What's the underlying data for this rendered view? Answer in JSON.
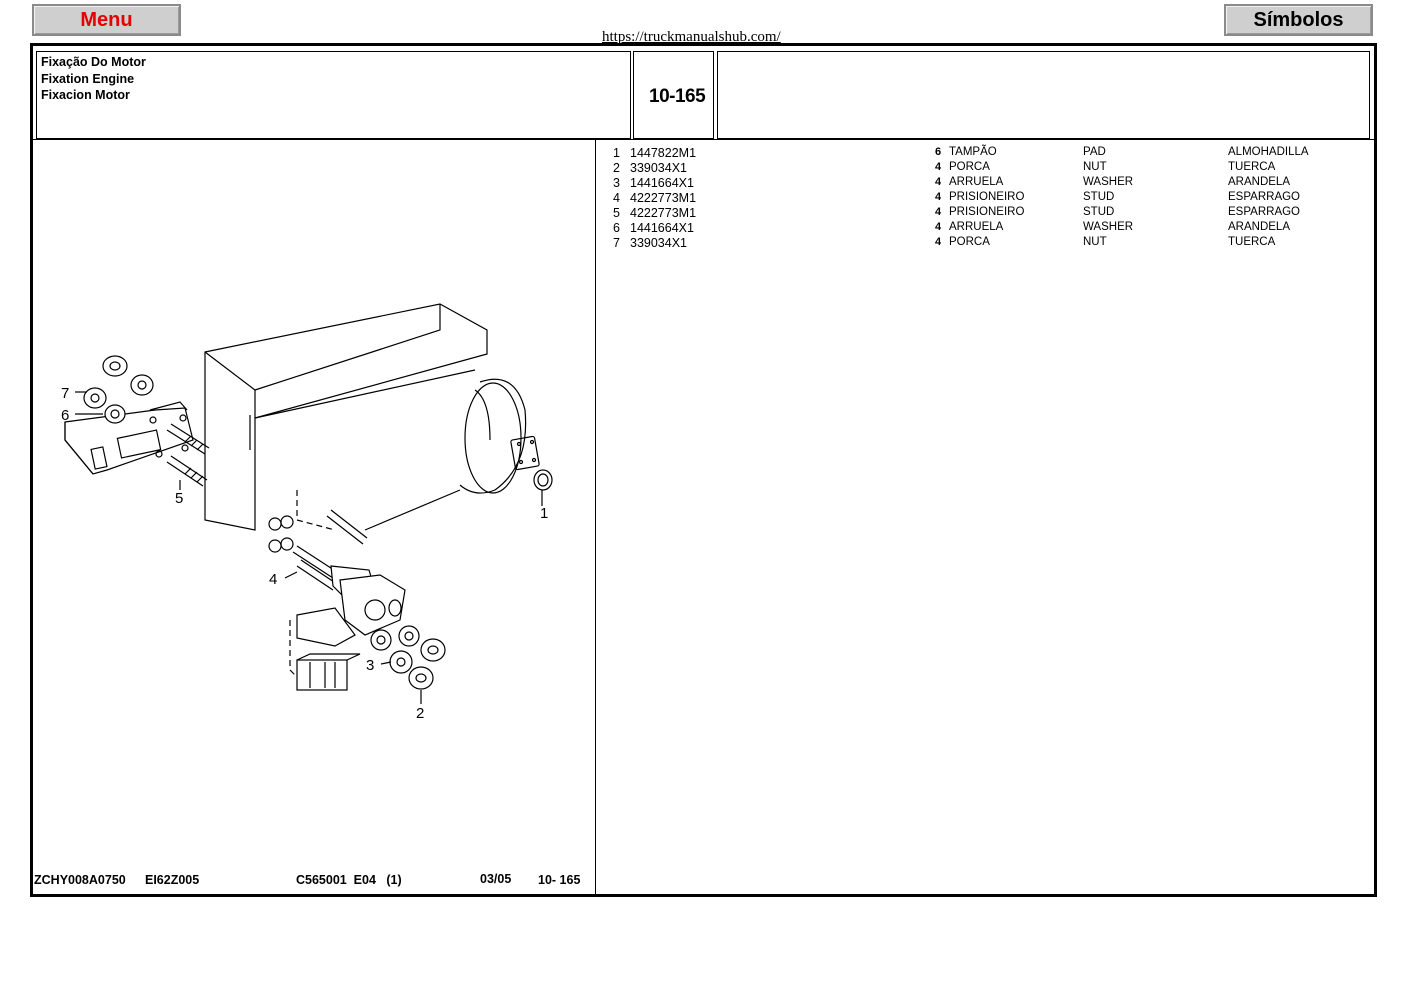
{
  "header": {
    "menu_label": "Menu",
    "symbols_label": "Símbolos",
    "site_url": "https://truckmanualshub.com/"
  },
  "title": {
    "pt": "Fixação Do Motor",
    "en": "Fixation Engine",
    "es": "Fixacion Motor"
  },
  "page_number": "10‑165",
  "parts": [
    {
      "index": "1",
      "part_no": "1447822M1",
      "qty": "6",
      "pt": "TAMPÃO",
      "en": "PAD",
      "es": "ALMOHADILLA"
    },
    {
      "index": "2",
      "part_no": "339034X1",
      "qty": "4",
      "pt": "PORCA",
      "en": "NUT",
      "es": "TUERCA"
    },
    {
      "index": "3",
      "part_no": "1441664X1",
      "qty": "4",
      "pt": "ARRUELA",
      "en": "WASHER",
      "es": "ARANDELA"
    },
    {
      "index": "4",
      "part_no": "4222773M1",
      "qty": "4",
      "pt": "PRISIONEIRO",
      "en": "STUD",
      "es": "ESPARRAGO"
    },
    {
      "index": "5",
      "part_no": "4222773M1",
      "qty": "4",
      "pt": "PRISIONEIRO",
      "en": "STUD",
      "es": "ESPARRAGO"
    },
    {
      "index": "6",
      "part_no": "1441664X1",
      "qty": "4",
      "pt": "ARRUELA",
      "en": "WASHER",
      "es": "ARANDELA"
    },
    {
      "index": "7",
      "part_no": "339034X1",
      "qty": "4",
      "pt": "PORCA",
      "en": "NUT",
      "es": "TUERCA"
    }
  ],
  "callouts": [
    "1",
    "2",
    "3",
    "4",
    "5",
    "6",
    "7"
  ],
  "footer": {
    "drawing_code": "ZCHY008A0750",
    "ref_code": "EI62Z005",
    "serial": "C565001  E04   (1)",
    "date": "03/05",
    "page": "10- 165"
  },
  "colors": {
    "menu_text": "#e60000",
    "button_bg": "#cfcfcf"
  }
}
